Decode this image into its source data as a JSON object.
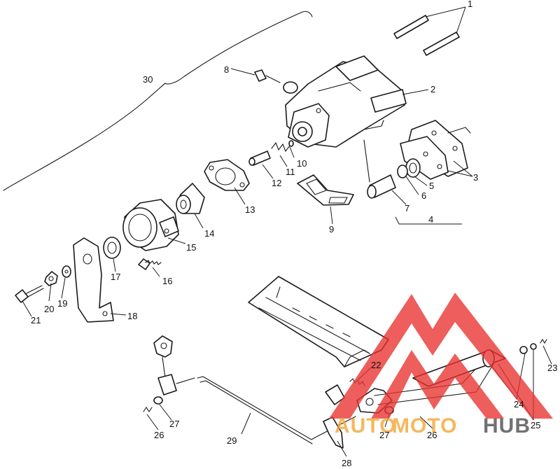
{
  "labels": {
    "p1": "1",
    "p2": "2",
    "p3": "3",
    "p4": "4",
    "p5": "5",
    "p6": "6",
    "p7": "7",
    "p8": "8",
    "p9": "9",
    "p10": "10",
    "p11": "11",
    "p12": "12",
    "p13": "13",
    "p14": "14",
    "p15": "15",
    "p16": "16",
    "p17": "17",
    "p18": "18",
    "p19": "19",
    "p20": "20",
    "p21": "21",
    "p22": "22",
    "p23": "23",
    "p24": "24",
    "p25": "25",
    "p26a": "26",
    "p26b": "26",
    "p27a": "27",
    "p27b": "27",
    "p28": "28",
    "p29": "29",
    "p30": "30"
  },
  "watermark": {
    "auto": "AUTO",
    "moto": "MOTO",
    "hub": "HUB",
    "color_red": "#e8322f",
    "color_orange": "#f3a531",
    "color_gray": "#4a4a4a"
  }
}
